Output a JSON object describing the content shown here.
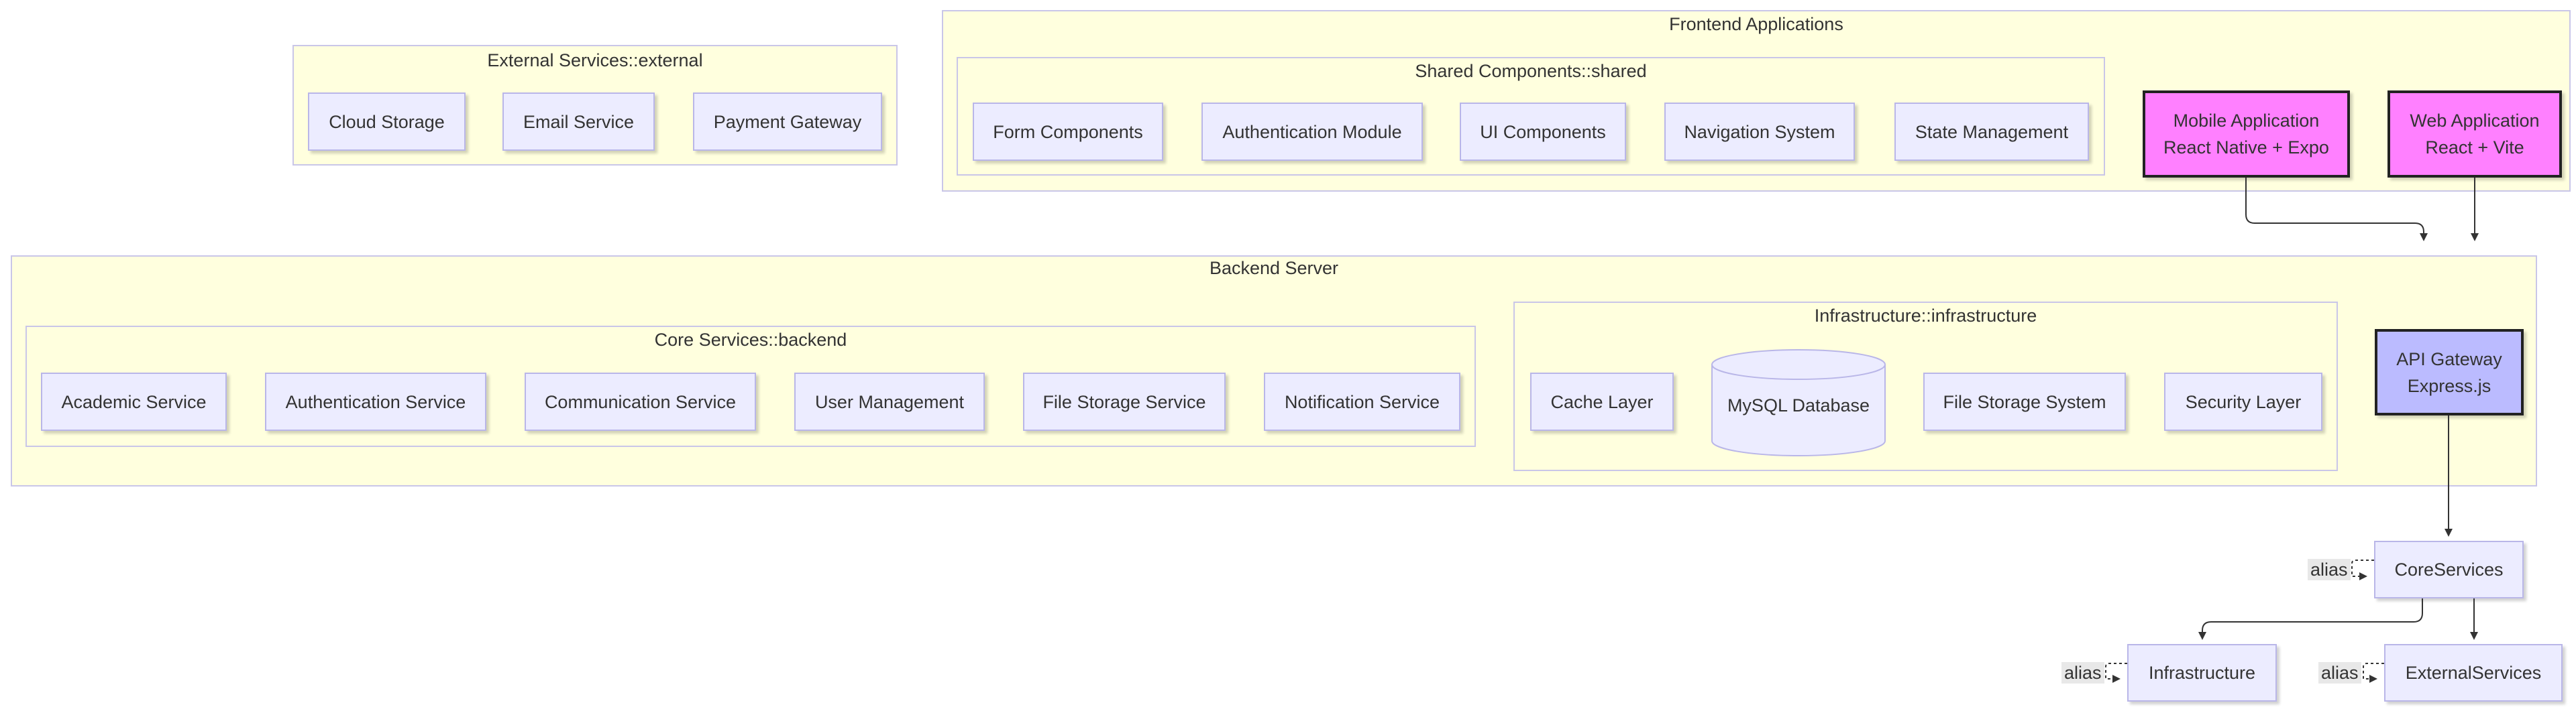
{
  "diagram": {
    "frontend": {
      "title": "Frontend Applications",
      "shared": {
        "title": "Shared Components::shared",
        "items": [
          "Form Components",
          "Authentication Module",
          "UI Components",
          "Navigation System",
          "State Management"
        ]
      },
      "mobile": {
        "line1": "Mobile Application",
        "line2": "React Native + Expo",
        "color": "#ff80ff"
      },
      "web": {
        "line1": "Web Application",
        "line2": "React + Vite",
        "color": "#ff80ff"
      }
    },
    "external": {
      "title": "External Services::external",
      "items": [
        "Cloud Storage",
        "Email Service",
        "Payment Gateway"
      ]
    },
    "backend": {
      "title": "Backend Server",
      "core": {
        "title": "Core Services::backend",
        "items": [
          "Academic Service",
          "Authentication Service",
          "Communication Service",
          "User Management",
          "File Storage Service",
          "Notification Service"
        ]
      },
      "infrastructure": {
        "title": "Infrastructure::infrastructure",
        "items": [
          "Cache Layer",
          "MySQL Database",
          "File Storage System",
          "Security Layer"
        ]
      },
      "gateway": {
        "line1": "API Gateway",
        "line2": "Express.js",
        "color": "#bbbbff"
      }
    },
    "namespaces": {
      "core": "CoreServices",
      "infrastructure": "Infrastructure",
      "external": "ExternalServices",
      "alias_label": "alias"
    },
    "colors": {
      "cluster_fill": "#ffffde",
      "node_fill": "#ececff",
      "edge": "#333333"
    }
  }
}
